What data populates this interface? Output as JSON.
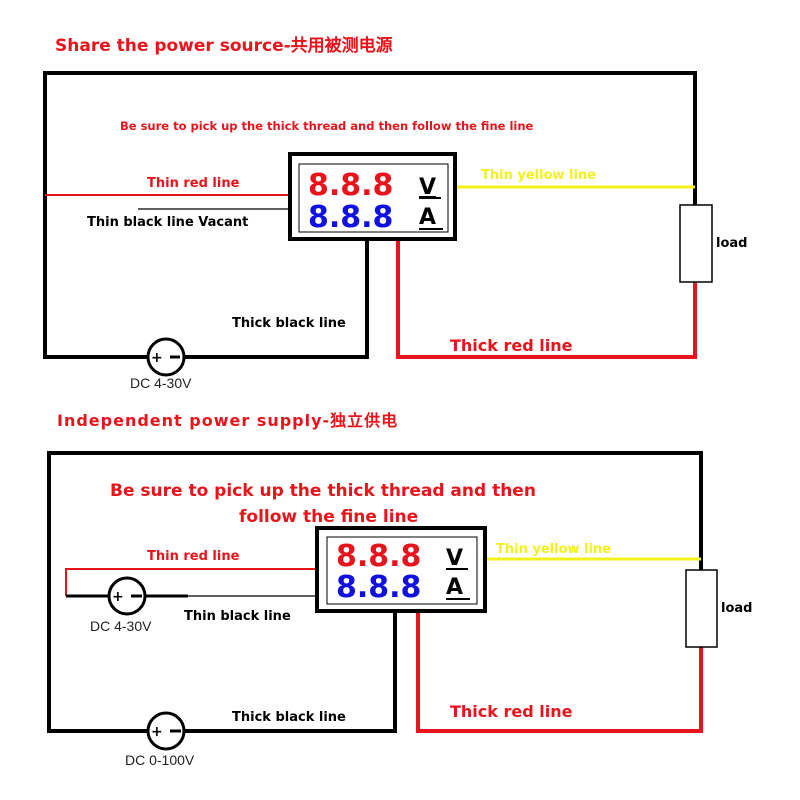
{
  "colors": {
    "red": "#e8141c",
    "blue": "#1010e0",
    "yellow": "#f2f21a",
    "black": "#000000"
  },
  "top": {
    "title": "Share the power source-共用被测电源",
    "note": "Be sure to pick up the thick thread and then follow the fine line",
    "thin_red": "Thin red line",
    "thin_black": "Thin black line Vacant",
    "thin_yellow": "Thin yellow line",
    "thick_black": "Thick black line",
    "thick_red": "Thick red line",
    "load": "load",
    "source": "DC 4-30V",
    "meter": {
      "volt_digits": "8.8.8",
      "amp_digits": "8.8.8",
      "volt_unit": "V",
      "amp_unit": "A"
    }
  },
  "bottom": {
    "title": "Independent power supply-独立供电",
    "note_line1": "Be sure to pick up the thick thread and then",
    "note_line2": "follow the fine line",
    "thin_red": "Thin red line",
    "thin_black": "Thin black line",
    "thin_yellow": "Thin yellow line",
    "thick_black": "Thick black line",
    "thick_red": "Thick red line",
    "load": "load",
    "meter_source": "DC 4-30V",
    "load_source": "DC 0-100V",
    "meter": {
      "volt_digits": "8.8.8",
      "amp_digits": "8.8.8",
      "volt_unit": "V",
      "amp_unit": "A"
    }
  }
}
